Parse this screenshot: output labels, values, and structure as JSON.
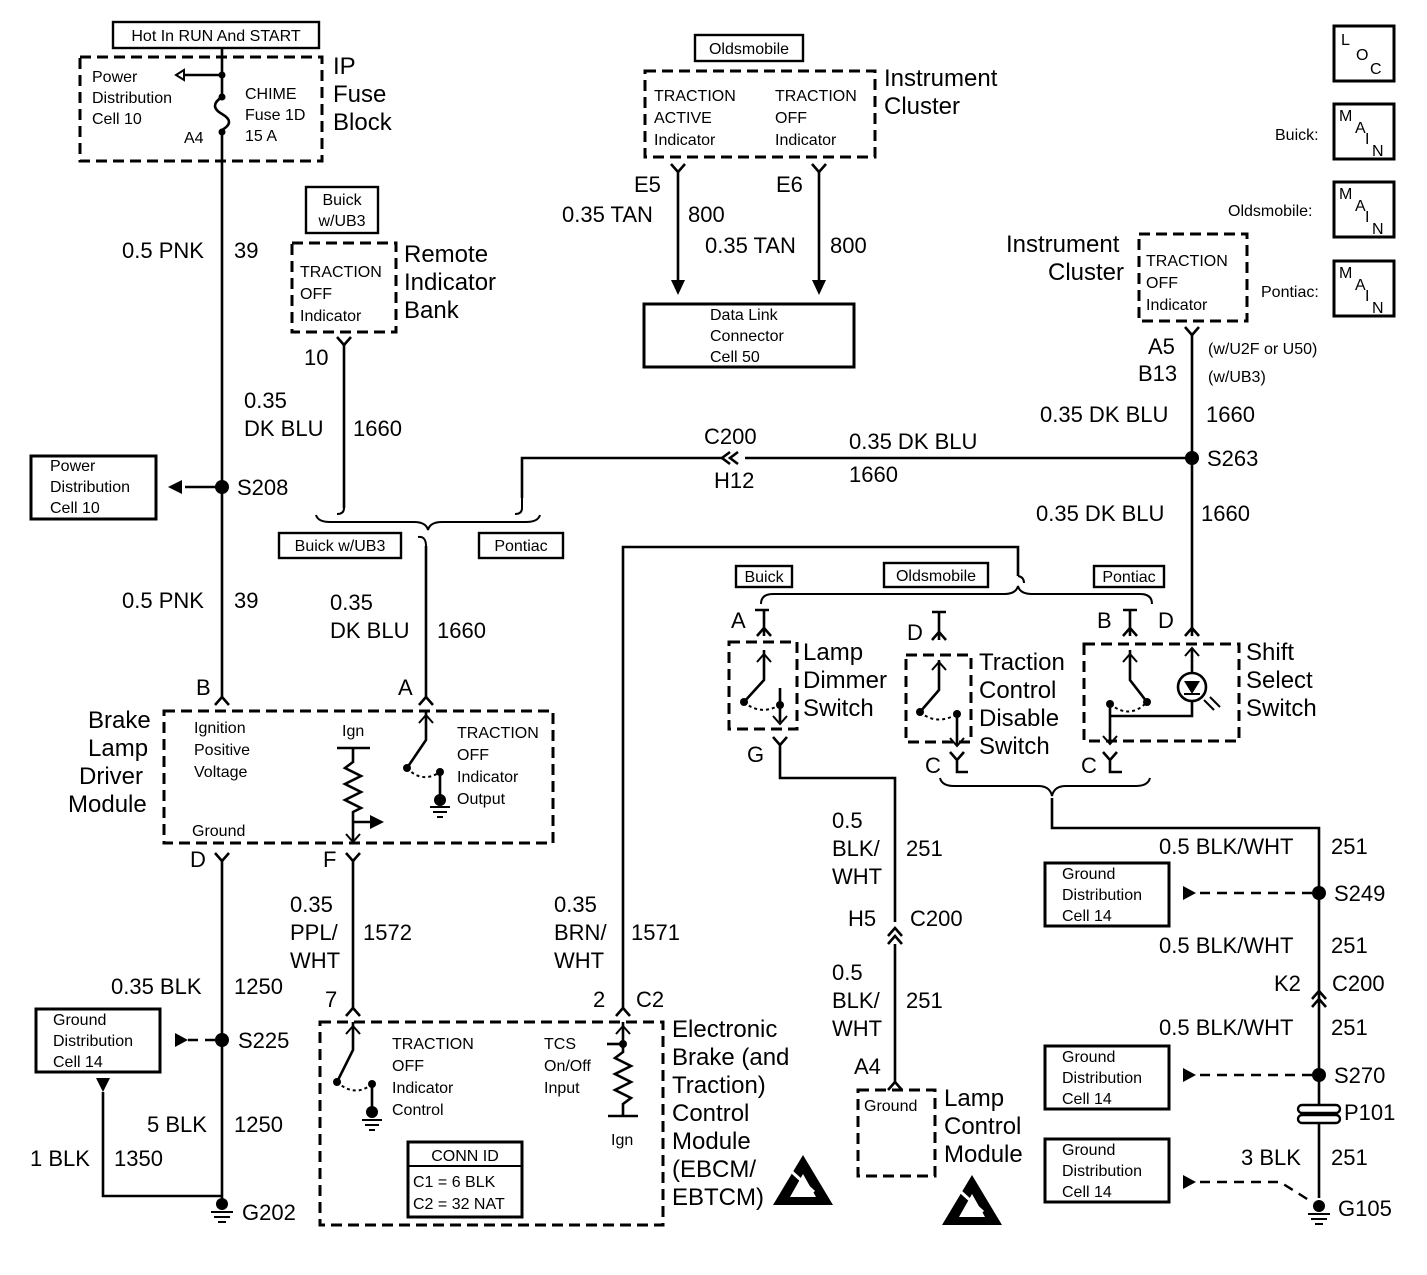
{
  "fuse_block": {
    "hot_label": "Hot In RUN And START",
    "title": [
      "IP",
      "Fuse",
      "Block"
    ],
    "pdc_text": [
      "Power",
      "Distribution",
      "Cell 10"
    ],
    "fuse_text": [
      "CHIME",
      "Fuse 1D",
      "15 A"
    ],
    "pin": "A4"
  },
  "left_wire": {
    "gauge1": "0.5 PNK",
    "circuit1": "39",
    "splice": "S208",
    "gauge2": "0.5 PNK",
    "circuit2": "39",
    "pdc_box": [
      "Power",
      "Distribution",
      "Cell 10"
    ]
  },
  "remote_bank": {
    "option": [
      "Buick",
      "w/UB3"
    ],
    "title": [
      "Remote",
      "Indicator",
      "Bank"
    ],
    "text": [
      "TRACTION",
      "OFF",
      "Indicator"
    ],
    "pin": "10",
    "gauge": [
      "0.35",
      "DK BLU"
    ],
    "circuit": "1660",
    "tag_buick": "Buick w/UB3",
    "tag_pontiac": "Pontiac",
    "gauge2": [
      "0.35",
      "DK BLU"
    ],
    "circuit2": "1660"
  },
  "top_cluster": {
    "option": "Oldsmobile",
    "title": [
      "Instrument",
      "Cluster"
    ],
    "left_text": [
      "TRACTION",
      "ACTIVE",
      "Indicator"
    ],
    "right_text": [
      "TRACTION",
      "OFF",
      "Indicator"
    ],
    "pin_left": "E5",
    "pin_right": "E6",
    "wire_left_gauge": "0.35 TAN",
    "wire_left_circuit": "800",
    "wire_right_gauge": "0.35 TAN",
    "wire_right_circuit": "800",
    "dlc": [
      "Data Link",
      "Connector",
      "Cell 50"
    ]
  },
  "loc_icons": {
    "loc": [
      "L",
      "O",
      "C"
    ],
    "main": [
      "M",
      "A",
      "I",
      "N"
    ],
    "buick": "Buick:",
    "olds": "Oldsmobile:",
    "pontiac": "Pontiac:"
  },
  "right_cluster": {
    "title": [
      "Instrument",
      "Cluster"
    ],
    "text": [
      "TRACTION",
      "OFF",
      "Indicator"
    ],
    "pin1": "A5",
    "pin2": "B13",
    "note1": "(w/U2F or U50)",
    "note2": "(w/UB3)",
    "gauge": "0.35 DK BLU",
    "circuit": "1660",
    "splice": "S263",
    "gauge_below": "0.35 DK BLU",
    "circuit_below": "1660",
    "conn": "C200",
    "conn_pin": "H12",
    "h_gauge": "0.35 DK BLU",
    "h_circuit": "1660"
  },
  "switches": {
    "tag_buick": "Buick",
    "tag_olds": "Oldsmobile",
    "tag_pontiac": "Pontiac",
    "lamp_dimmer": [
      "Lamp",
      "Dimmer",
      "Switch"
    ],
    "tcs_disable": [
      "Traction",
      "Control",
      "Disable",
      "Switch"
    ],
    "shift_select": [
      "Shift",
      "Select",
      "Switch"
    ],
    "pin_A": "A",
    "pin_G": "G",
    "pin_D1": "D",
    "pin_C1": "C",
    "pin_B": "B",
    "pin_D2": "D",
    "pin_C2": "C"
  },
  "bldm": {
    "title": [
      "Brake",
      "Lamp",
      "Driver",
      "Module"
    ],
    "ign_text": [
      "Ignition",
      "Positive",
      "Voltage"
    ],
    "ground": "Ground",
    "ign": "Ign",
    "output": [
      "TRACTION",
      "OFF",
      "Indicator",
      "Output"
    ],
    "pin_B": "B",
    "pin_A": "A",
    "pin_D": "D",
    "pin_F": "F"
  },
  "lower_left": {
    "gauge": "0.35 BLK",
    "circuit": "1250",
    "splice": "S225",
    "gauge2": "5 BLK",
    "circuit2": "1250",
    "gauge3": "1 BLK",
    "circuit3": "1350",
    "ground": "G202",
    "gdc": [
      "Ground",
      "Distribution",
      "Cell 14"
    ]
  },
  "ebcm": {
    "w1_gauge": [
      "0.35",
      "PPL/",
      "WHT"
    ],
    "w1_circuit": "1572",
    "w2_gauge": [
      "0.35",
      "BRN/",
      "WHT"
    ],
    "w2_circuit": "1571",
    "pin7": "7",
    "pin2": "2",
    "conn": "C2",
    "traction_text": [
      "TRACTION",
      "OFF",
      "Indicator",
      "Control"
    ],
    "tcs_text": [
      "TCS",
      "On/Off",
      "Input"
    ],
    "ign": "Ign",
    "conn_id": [
      "CONN ID",
      "C1 = 6 BLK",
      "C2 = 32 NAT"
    ],
    "title": [
      "Electronic",
      "Brake (and",
      "Traction)",
      "Control",
      "Module",
      "(EBCM/",
      "EBTCM)"
    ]
  },
  "lamp_control": {
    "gauge1": [
      "0.5",
      "BLK/",
      "WHT"
    ],
    "circuit1": "251",
    "conn_pin": "H5",
    "conn": "C200",
    "gauge2": [
      "0.5",
      "BLK/",
      "WHT"
    ],
    "circuit2": "251",
    "pin": "A4",
    "ground": "Ground",
    "title": [
      "Lamp",
      "Control",
      "Module"
    ]
  },
  "right_ground": {
    "gauge1": "0.5 BLK/WHT",
    "circuit1": "251",
    "splice1": "S249",
    "gauge2": "0.5 BLK/WHT",
    "circuit2": "251",
    "conn_pin": "K2",
    "conn": "C200",
    "gauge3": "0.5 BLK/WHT",
    "circuit3": "251",
    "splice2": "S270",
    "p101": "P101",
    "gauge4": "3 BLK",
    "circuit4": "251",
    "ground": "G105",
    "gdc": [
      "Ground",
      "Distribution",
      "Cell 14"
    ]
  }
}
